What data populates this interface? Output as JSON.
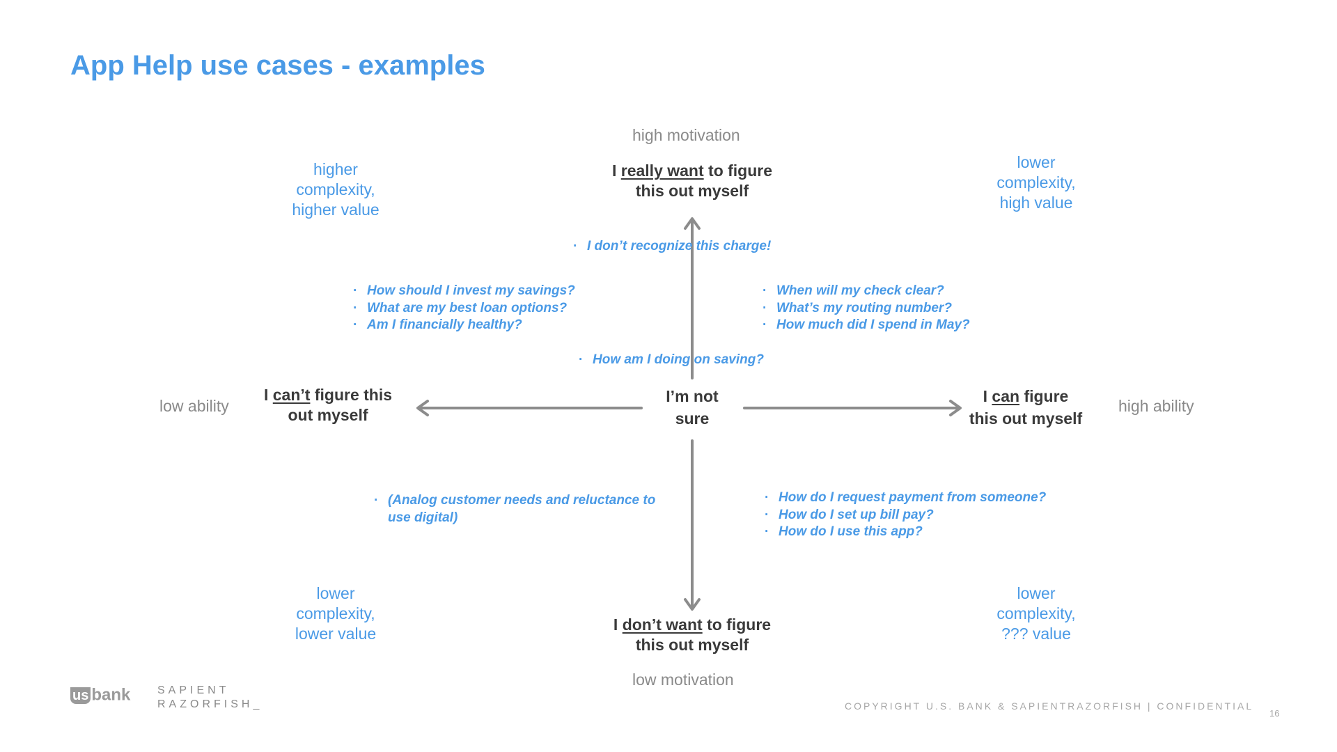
{
  "title": "App Help use cases - examples",
  "axes": {
    "top": "high motivation",
    "bottom": "low motivation",
    "left": "low ability",
    "right": "high ability"
  },
  "quadrants": {
    "top_left": [
      "higher",
      "complexity,",
      "higher value"
    ],
    "top_right": [
      "lower",
      "complexity,",
      "high value"
    ],
    "bottom_left": [
      "lower",
      "complexity,",
      "lower value"
    ],
    "bottom_right": [
      "lower",
      "complexity,",
      "??? value"
    ]
  },
  "poles": {
    "top": {
      "pre": "I ",
      "em": "really want",
      "post": " to figure",
      "line2": "this out myself"
    },
    "bottom": {
      "pre": "I ",
      "em": "don’t want",
      "post": " to figure",
      "line2": "this out myself"
    },
    "left": {
      "pre": "I ",
      "em": "can’t",
      "post": " figure this",
      "line2": "out myself"
    },
    "right": {
      "pre": "I ",
      "em": "can",
      "post": " figure",
      "line2": "this out myself"
    },
    "center": [
      "I’m not",
      "sure"
    ]
  },
  "questions": {
    "top_center": [
      "I don’t recognize this charge!"
    ],
    "upper_left": [
      "How should I invest my savings?",
      "What are my best loan options?",
      "Am I financially healthy?"
    ],
    "upper_right": [
      "When will my check clear?",
      "What’s my routing number?",
      "How much did I spend in May?"
    ],
    "center": [
      "How am I doing on saving?"
    ],
    "lower_left": [
      "(Analog customer needs and reluctance to use digital)"
    ],
    "lower_right": [
      "How do I request payment from someone?",
      "How do I set up bill pay?",
      "How do I use this app?"
    ]
  },
  "footer": {
    "copyright": "COPYRIGHT U.S. BANK & SAPIENTRAZORFISH | CONFIDENTIAL",
    "page_number": "16",
    "logo_usbank_us": "us",
    "logo_usbank_bank": "bank",
    "logo_sapient_line1": "SAPIENT",
    "logo_sapient_line2": "RAZORFISH_"
  },
  "colors": {
    "accent_blue": "#4a9ae6",
    "axis_gray": "#8a8a8a",
    "arrow_gray": "#8c8c8c",
    "dark_text": "#3a3a3a"
  }
}
